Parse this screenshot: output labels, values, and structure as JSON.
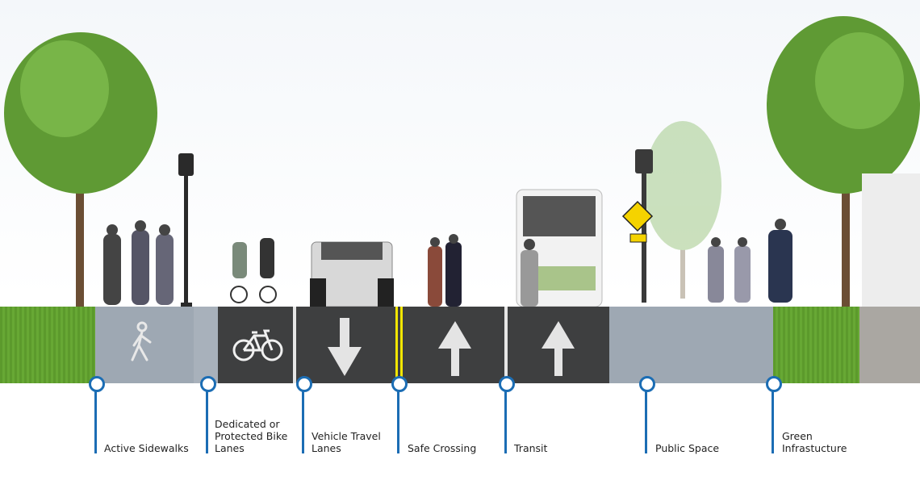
{
  "labels": [
    {
      "line1": "",
      "line2": "",
      "line3": "Active Sidewalks"
    },
    {
      "line1": "Dedicated or",
      "line2": "Protected Bike",
      "line3": "Lanes"
    },
    {
      "line1": "",
      "line2": "Vehicle Travel",
      "line3": "Lanes"
    },
    {
      "line1": "",
      "line2": "",
      "line3": "Safe Crossing"
    },
    {
      "line1": "",
      "line2": "",
      "line3": "Transit"
    },
    {
      "line1": "",
      "line2": "",
      "line3": "Public Space"
    },
    {
      "line1": "",
      "line2": "Green",
      "line3": "Infrastucture"
    }
  ],
  "icons": [
    "pedestrian-icon",
    "bicycle-icon",
    "arrow-down-icon",
    "arrow-up-icon",
    "arrow-up-icon"
  ],
  "colors": {
    "marker": "#1b6db4",
    "centerline": "#f2e600",
    "asphalt": "#3e3f40",
    "sidewalk": "#9ea8b3",
    "grass": "#5c9a2c"
  }
}
